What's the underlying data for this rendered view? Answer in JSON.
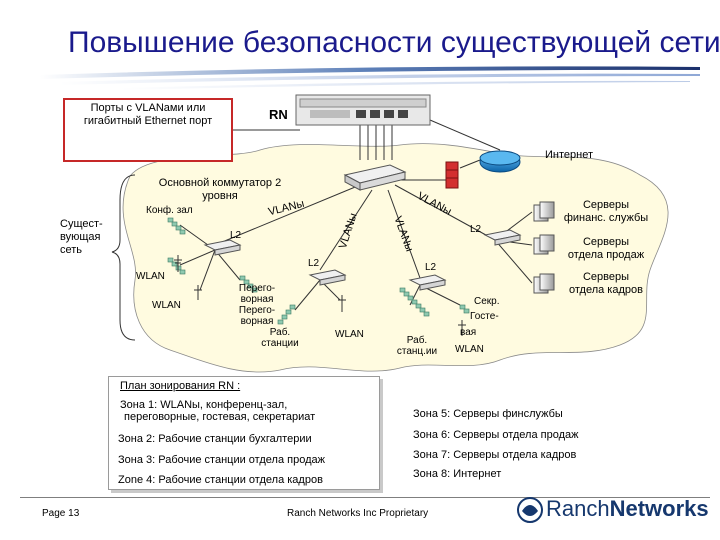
{
  "title": "Повышение безопасности существующей сети",
  "labels": {
    "ports": "Порты с VLANами или гигабитный Ethernet порт",
    "rn": "RN",
    "internet": "Интернет",
    "core_switch": "Основной коммутатор 2 уровня",
    "conf_hall": "Конф. зал",
    "existing_network": "Существующая сеть",
    "existing_l1": "Сущест-",
    "existing_l2": "вующая",
    "existing_l3": "сеть",
    "vlans_left": "VLANы",
    "vlans_center": "VLANы",
    "vlans_center2": "VLANы",
    "vlans_right": "VLANы",
    "l2_a": "L2",
    "l2_b": "L2",
    "l2_c": "L2",
    "l2_d": "L2",
    "wlan_1": "WLAN",
    "wlan_2": "WLAN",
    "wlan_3": "WLAN",
    "wlan_4": "WLAN",
    "meeting_rooms": "Перего-\nворная\nПерего-\nворная",
    "workstations_1": "Раб.\nстанции",
    "workstations_2": "Раб.\nстанц.ии",
    "secretary": "Секр.",
    "guest_1": "Госте-",
    "guest_2": "вая",
    "servers_finance": "Серверы\nфинанс. службы",
    "servers_sales": "Серверы\nотдела продаж",
    "servers_hr": "Серверы\nотдела кадров"
  },
  "zoning": {
    "title": "План зонирования RN :",
    "left": [
      "Зона 1: WLANы, конференц-зал,",
      "переговорные, гостевая, секретариат",
      "Зона 2: Рабочие станции бухгалтерии",
      "Зона 3: Рабочие станции отдела продаж",
      "Zone 4: Рабочие станции отдела кадров"
    ],
    "right": [
      "Зона 5: Серверы финслужбы",
      "Зона 6: Серверы отдела продаж",
      "Зона 7: Серверы отдела кадров",
      "Зона 8: Интернет"
    ]
  },
  "footer": {
    "page": "Page 13",
    "proprietary": "Ranch Networks Inc Proprietary",
    "logo_a": "Ranch",
    "logo_b": "Networks"
  },
  "colors": {
    "title": "#1a1a8c",
    "cloud": "#fffbe0",
    "ports_border": "#c62828",
    "firewall": "#d32f2f",
    "internet_globe": "#1e90d6",
    "logo": "#16386e"
  },
  "icons": [
    "router-icon",
    "switch-icon",
    "firewall-icon",
    "internet-globe-icon",
    "server-icon",
    "workstation-icon",
    "wlan-antenna-icon",
    "logo-icon"
  ]
}
